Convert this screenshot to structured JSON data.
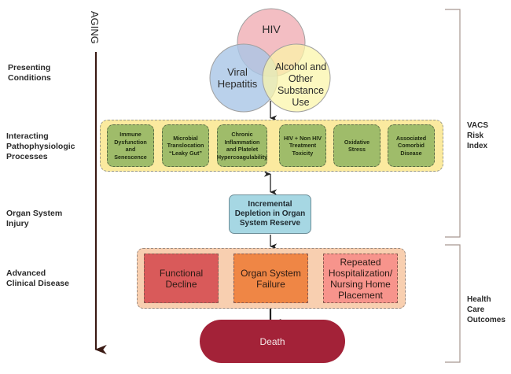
{
  "axis": {
    "label": "AGING"
  },
  "stages": [
    {
      "label_line1": "Presenting",
      "label_line2": "Conditions"
    },
    {
      "label_line1": "Interacting",
      "label_line2": "Pathophysiologic",
      "label_line3": "Processes"
    },
    {
      "label_line1": "Organ System",
      "label_line2": "Injury"
    },
    {
      "label_line1": "Advanced",
      "label_line2": "Clinical Disease"
    }
  ],
  "venn": {
    "hiv": "HIV",
    "hepatitis_line1": "Viral",
    "hepatitis_line2": "Hepatitis",
    "alcohol_line1": "Alcohol and",
    "alcohol_line2": "Other",
    "alcohol_line3": "Substance",
    "alcohol_line4": "Use",
    "colors": {
      "hiv": "#f2b7bd",
      "hepatitis": "#a9c6e6",
      "alcohol": "#fbf5a8"
    }
  },
  "processes": [
    {
      "line1": "Immune",
      "line2": "Dysfunction and",
      "line3": "Senescence"
    },
    {
      "line1": "Microbial",
      "line2": "Translocation",
      "line3": "“Leaky Gut”"
    },
    {
      "line1": "Chronic",
      "line2": "Inflammation",
      "line3": "and Platelet",
      "line4": "Hypercoagulability"
    },
    {
      "line1": "HIV + Non HIV",
      "line2": "Treatment",
      "line3": "Toxicity"
    },
    {
      "line1": "Oxidative Stress"
    },
    {
      "line1": "Associated",
      "line2": "Comorbid",
      "line3": "Disease"
    }
  ],
  "organ_injury": {
    "line1": "Incremental",
    "line2": "Depletion in Organ",
    "line3": "System Reserve"
  },
  "outcomes": [
    {
      "line1": "Functional",
      "line2": "Decline",
      "color": "#d95a5a"
    },
    {
      "line1": "Organ System",
      "line2": "Failure",
      "color": "#ef8645"
    },
    {
      "line1": "Repeated",
      "line2": "Hospitalization/",
      "line3": "Nursing Home",
      "line4": "Placement",
      "color": "#f7948c"
    }
  ],
  "death": "Death",
  "brackets": [
    {
      "line1": "VACS",
      "line2": "Risk",
      "line3": "Index"
    },
    {
      "line1": "Health",
      "line2": "Care",
      "line3": "Outcomes"
    }
  ]
}
